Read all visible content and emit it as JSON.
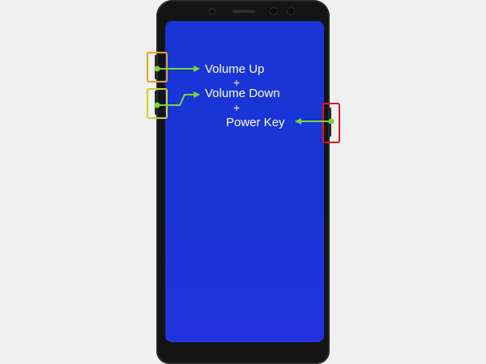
{
  "labels": {
    "volume_up": "Volume Up",
    "plus_1": "+",
    "volume_down": "Volume Down",
    "plus_2": "+",
    "power_key": "Power Key"
  },
  "colors": {
    "background": "#f0f0f0",
    "phone_body": "#141414",
    "screen": "#1a35d6",
    "arrow": "#7dd33a",
    "volume_up_highlight": "#e8a020",
    "volume_down_highlight": "#d8cc20",
    "power_highlight": "#e01818",
    "label_text": "#ffffff"
  },
  "icons": {
    "front_camera": "camera-icon",
    "sensor": "sensor-icon",
    "earpiece": "speaker-icon"
  }
}
